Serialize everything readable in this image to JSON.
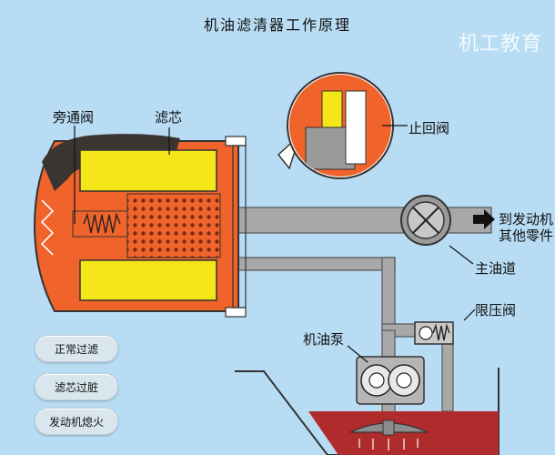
{
  "title": "机油滤清器工作原理",
  "watermark": "机工教育",
  "labels": {
    "bypass_valve": "旁通阀",
    "filter_element": "滤芯",
    "check_valve": "止回阀",
    "to_engine_line1": "到发动机",
    "to_engine_line2": "其他零件",
    "main_oil_gallery": "主油道",
    "relief_valve": "限压阀",
    "oil_pump": "机油泵"
  },
  "buttons": {
    "normal_filter": "正常过滤",
    "clogged_filter": "滤芯过脏",
    "engine_off": "发动机熄火"
  },
  "colors": {
    "background": "#b8dcf3",
    "housing_orange": "#f0632a",
    "element_yellow": "#f5e61a",
    "pipe_gray": "#a8a8a8",
    "oil_red": "#b02b2b",
    "sludge_dark": "#3a3530"
  }
}
